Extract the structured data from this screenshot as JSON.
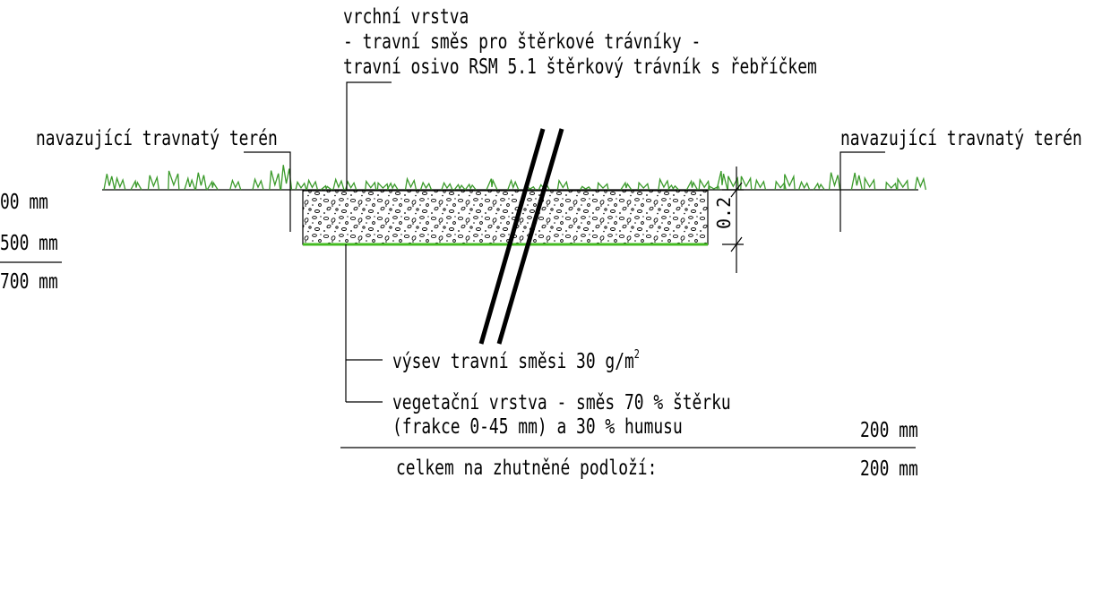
{
  "top_layer": {
    "line1": "vrchní vrstva",
    "line2": "- travní směs pro štěrkové trávníky -",
    "line3": "travní osivo RSM 5.1 štěrkový trávník s řebříčkem"
  },
  "left_terrain_label": "navazující travnatý terén",
  "right_terrain_label": "navazující travnatý terén",
  "left_dims": {
    "d1": "00 mm",
    "d2": "500 mm",
    "d3": "700 mm"
  },
  "layer_thickness": "0.2",
  "seeding": {
    "text": "výsev travní směsi 30 g/m",
    "sup": "2"
  },
  "vegetation": {
    "line1": "vegetační vrstva - směs 70 % štěrku",
    "line2": "(frakce 0-45 mm) a 30 % humusu",
    "thickness": "200 mm"
  },
  "total": {
    "label": "celkem na zhutněné podloží:",
    "value": "200 mm"
  },
  "colors": {
    "ink": "#000000",
    "grass": "#3a9a2a",
    "layer_bottom": "#44bb22"
  }
}
